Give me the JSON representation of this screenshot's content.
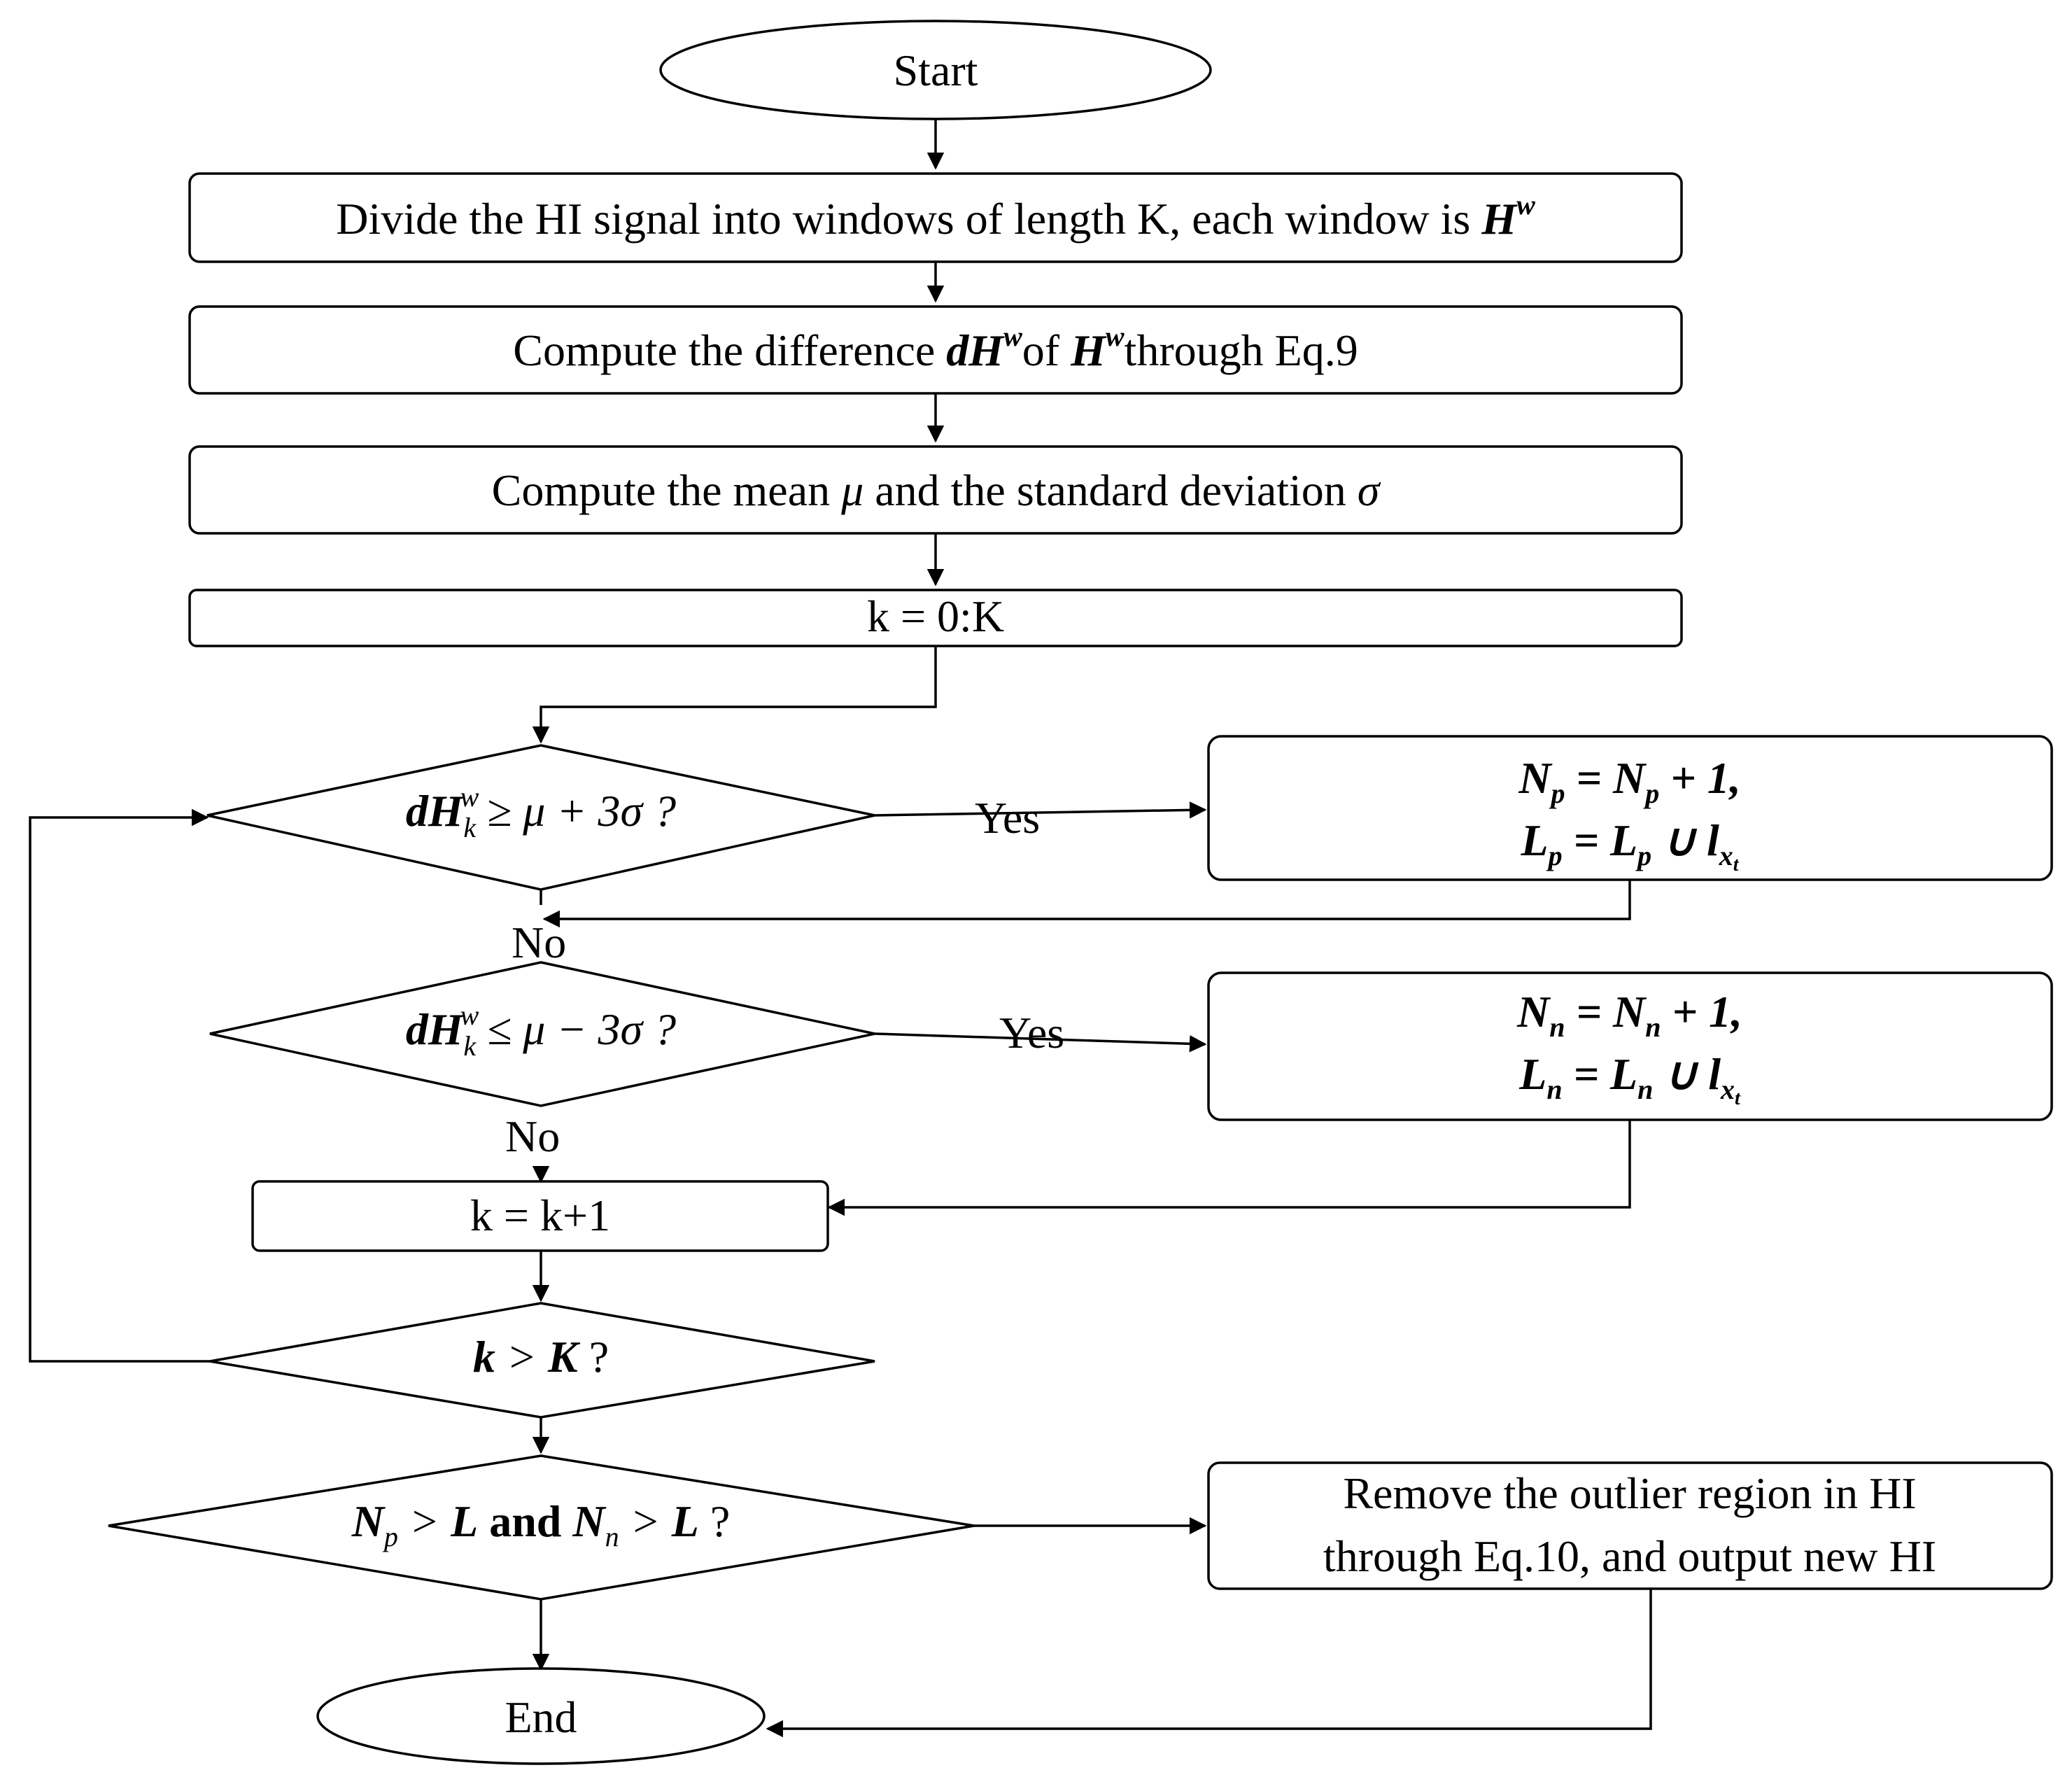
{
  "nodes": {
    "start": "Start",
    "divide": {
      "text": "Divide the HI signal into windows of length K, each window is ",
      "var": "H",
      "sup": "w"
    },
    "difference": {
      "pre": "Compute the difference ",
      "var1": "dH",
      "sup1": "w",
      "mid": "of ",
      "var2": "H",
      "sup2": "w",
      "post": "through Eq.9"
    },
    "mean_std": {
      "pre": "Compute the mean ",
      "mu": "μ",
      "mid": " and the standard deviation ",
      "sigma": "σ"
    },
    "loop_init": "k = 0:K",
    "cond_upper": {
      "var": "dH",
      "sub": "k",
      "sup": "w",
      "rest": " ≥ μ + 3σ ?"
    },
    "cond_lower": {
      "var": "dH",
      "sub": "k",
      "sup": "w",
      "rest": " ≤ μ − 3σ ?"
    },
    "positive_update": {
      "line1": {
        "a": "N",
        "a_sub": "p",
        "eq": " = ",
        "b": "N",
        "b_sub": "p",
        "rest": " + 1,"
      },
      "line2": {
        "a": "L",
        "a_sub": "p",
        "eq": " = ",
        "b": "L",
        "b_sub": "p",
        "op": " ∪ ",
        "c": "l",
        "c_sub": "x",
        "c_subsub": "t"
      }
    },
    "negative_update": {
      "line1": {
        "a": "N",
        "a_sub": "n",
        "eq": " = ",
        "b": "N",
        "b_sub": "n",
        "rest": " + 1,"
      },
      "line2": {
        "a": "L",
        "a_sub": "n",
        "eq": " = ",
        "b": "L",
        "b_sub": "n",
        "op": " ∪ ",
        "c": "l",
        "c_sub": "x",
        "c_subsub": "t"
      }
    },
    "increment": "k = k+1",
    "loop_check": {
      "a": "k",
      "op": " > ",
      "b": "K",
      "q": " ?"
    },
    "final_check": {
      "a": "N",
      "a_sub": "p",
      "op1": " > ",
      "b": "L",
      "and": "  and  ",
      "c": "N",
      "c_sub": "n",
      "op2": " > ",
      "d": "L",
      "q": " ?"
    },
    "remove": {
      "line1": "Remove the outlier region in HI",
      "line2": "through Eq.10, and output new HI"
    },
    "end": "End"
  },
  "edge_labels": {
    "yes_upper": "Yes",
    "no_upper": "No",
    "yes_lower": "Yes",
    "no_lower": "No"
  }
}
